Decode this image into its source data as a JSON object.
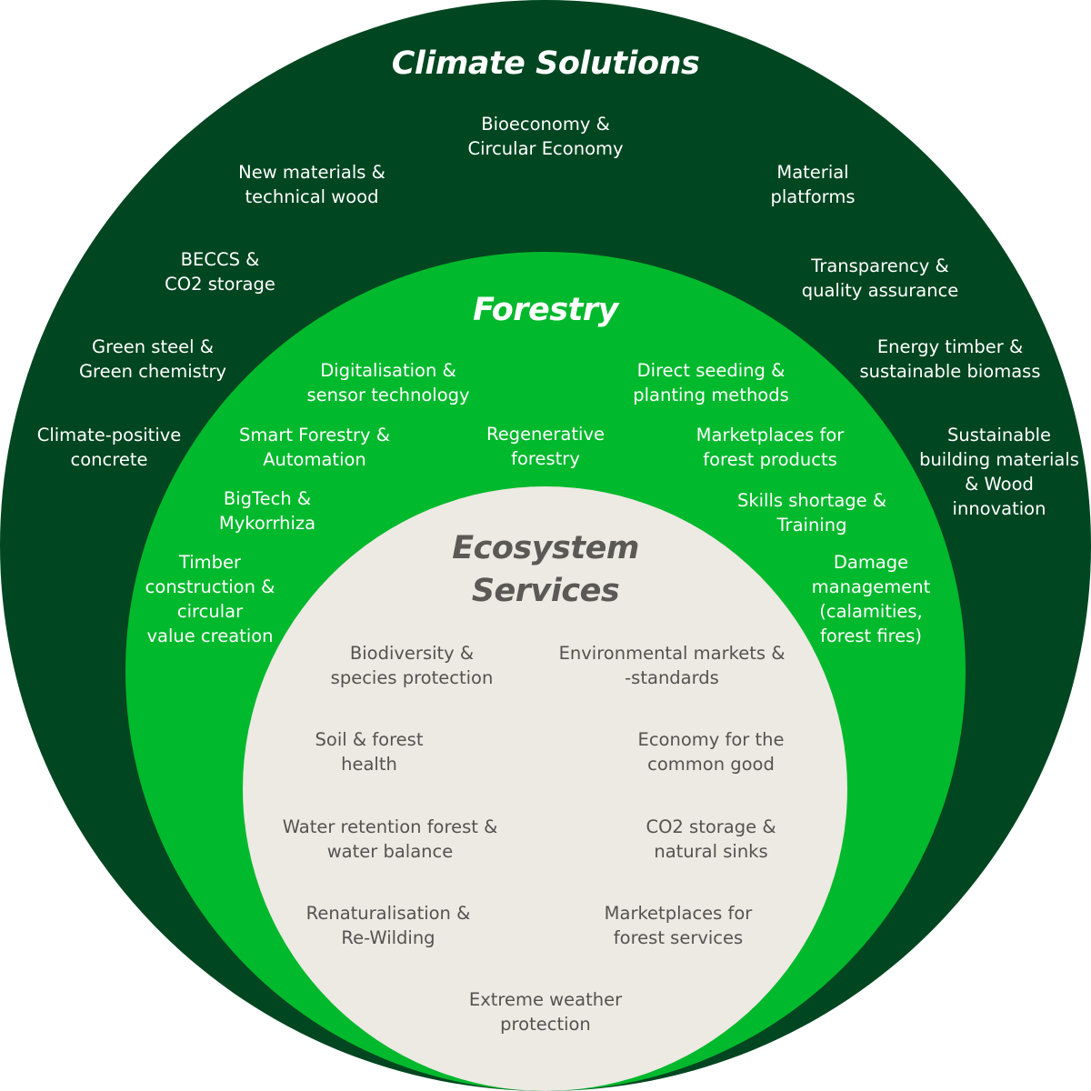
{
  "colors": {
    "outer_ring": "#004620",
    "middle_ring": "#00b92c",
    "inner_ring": "#ede9e3",
    "outer_text": "#ffffff",
    "middle_text": "#ffffff",
    "inner_text": "#54534f",
    "inner_title": "#5a5955"
  },
  "outer": {
    "title": "Climate Solutions",
    "items": [
      "Bioeconomy &\nCircular Economy",
      "New materials &\ntechnical wood",
      "Material\nplatforms",
      "BECCS &\nCO2 storage",
      "Transparency &\nquality assurance",
      "Green steel &\nGreen chemistry",
      "Energy timber &\nsustainable biomass",
      "Climate-positive\nconcrete",
      "Sustainable\nbuilding materials\n& Wood\ninnovation"
    ]
  },
  "middle": {
    "title": "Forestry",
    "items": [
      "Digitalisation &\nsensor technology",
      "Direct seeding &\nplanting methods",
      "Smart Forestry &\nAutomation",
      "Regenerative\nforestry",
      "Marketplaces for\nforest products",
      "BigTech &\nMykorrhiza",
      "Skills shortage &\nTraining",
      "Timber\nconstruction &\ncircular\nvalue creation",
      "Damage\nmanagement\n(calamities,\nforest fires)"
    ]
  },
  "inner": {
    "title": "Ecosystem\nServices",
    "items": [
      "Biodiversity &\nspecies protection",
      "Environmental markets &\n-standards",
      "Soil & forest\nhealth",
      "Economy for the\ncommon good",
      "Water retention forest &\nwater balance",
      "CO2 storage &\nnatural sinks",
      "Renaturalisation &\nRe-Wilding",
      "Marketplaces for\nforest services",
      "Extreme weather\nprotection"
    ]
  }
}
